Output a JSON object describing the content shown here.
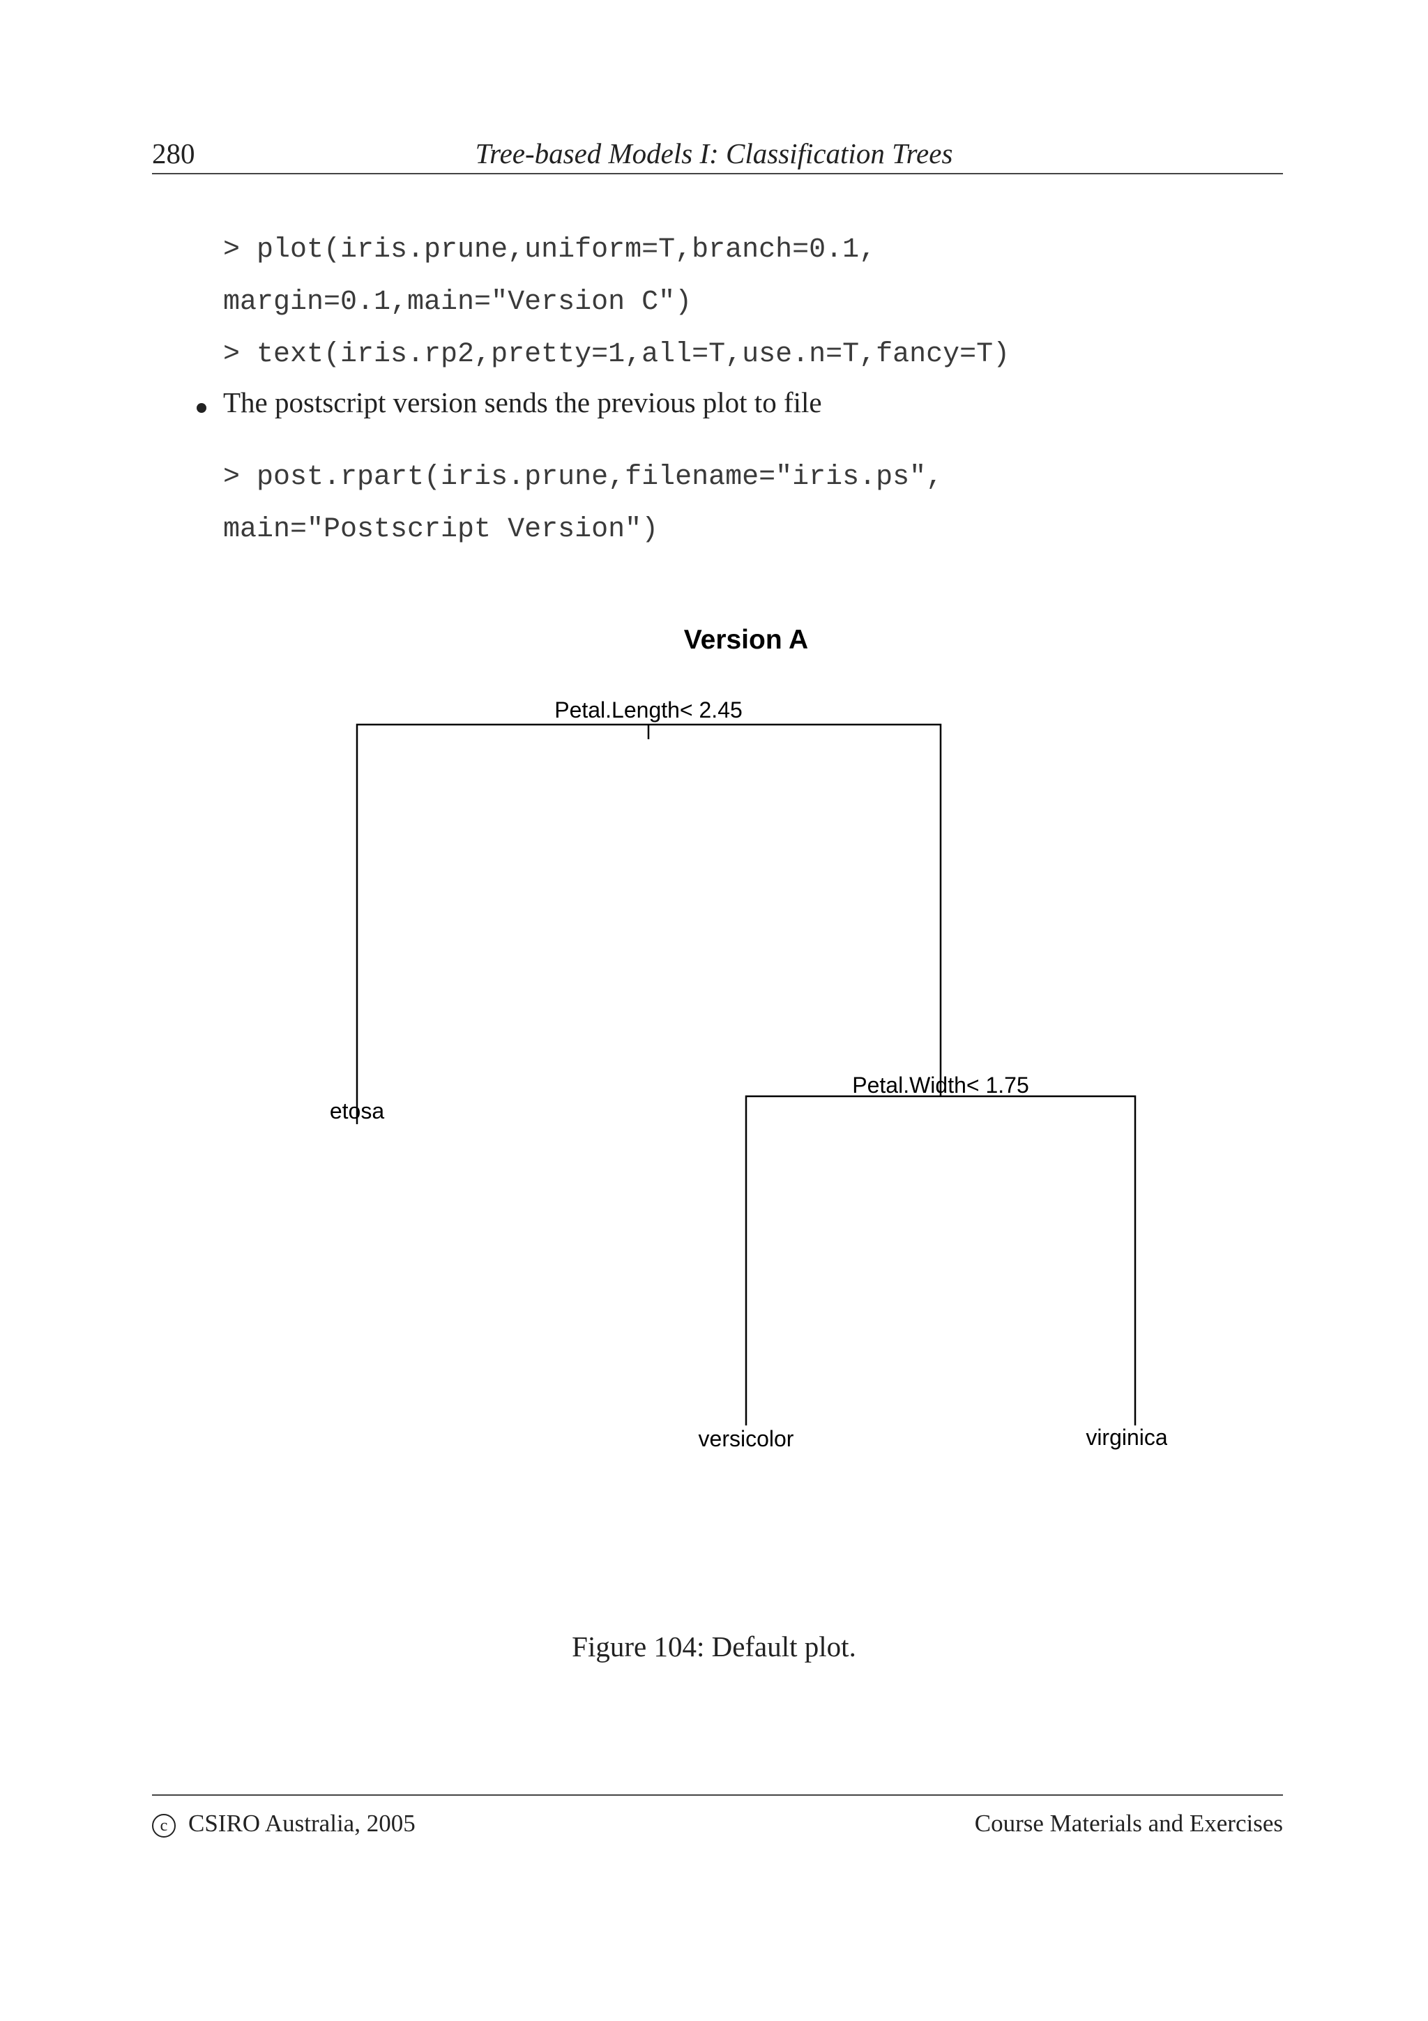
{
  "header": {
    "page_number": "280",
    "running_title": "Tree-based Models I: Classification Trees"
  },
  "code_lines": [
    "> plot(iris.prune,uniform=T,branch=0.1,",
    "margin=0.1,main=\"Version C\")",
    "> text(iris.rp2,pretty=1,all=T,use.n=T,fancy=T)"
  ],
  "bullet": {
    "text": "The postscript version sends the previous plot to file"
  },
  "code_lines_2": [
    "> post.rpart(iris.prune,filename=\"iris.ps\",",
    "main=\"Postscript Version\")"
  ],
  "figure": {
    "title": "Version A",
    "splits": {
      "root": "Petal.Length< 2.45",
      "inner": "Petal.Width< 1.75"
    },
    "leaves": {
      "left": "etosa",
      "middle": "versicolor",
      "right": "virginica"
    },
    "caption": "Figure 104: Default plot."
  },
  "footer": {
    "copyright_symbol": "c",
    "left": "CSIRO Australia, 2005",
    "right": "Course Materials and Exercises"
  }
}
